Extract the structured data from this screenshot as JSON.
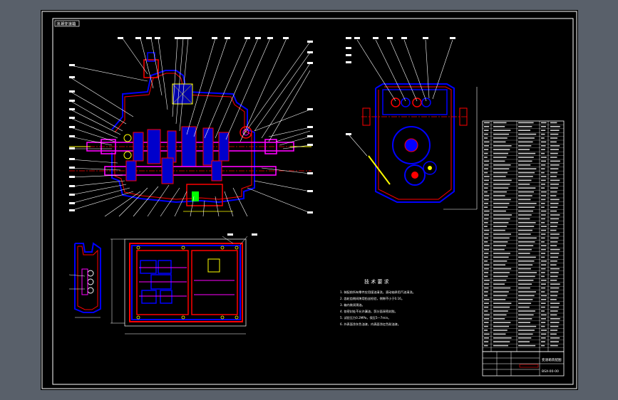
{
  "viewport": {
    "background": "#59606a",
    "sheet_background": "#000000"
  },
  "colors": {
    "frame": "#ffffff",
    "housing": "#0000ff",
    "housing_hatch": "#ff0000",
    "shaft": "#ff00ff",
    "centerline": "#ff0000",
    "gear": "#0000ff",
    "leader": "#ffffff",
    "dimension": "#00ffff",
    "highlight": "#ffff00",
    "green": "#00ff00"
  },
  "drawing": {
    "top_left_label": "浪潮变速箱",
    "technical_requirements": {
      "title": "技 术 要 求",
      "items": [
        "1. 装配前所有零件应用煤油清洗，滚动轴承用汽油清洗。",
        "2. 齿轮齿侧间隙用铅丝检验，侧隙不小于0.16。",
        "3. 箱内装润滑油。",
        "4. 各密封处不允许漏油，剪分面涿密封胶。",
        "5. 试验压力0.2MPa，保压5—7min。",
        "6. 外表面涂灰色油漆，内表面涂红色耐油漆。"
      ]
    },
    "title_block": {
      "drawing_name": "变速箱装配图",
      "drawing_number": "BSX-00-00"
    }
  }
}
